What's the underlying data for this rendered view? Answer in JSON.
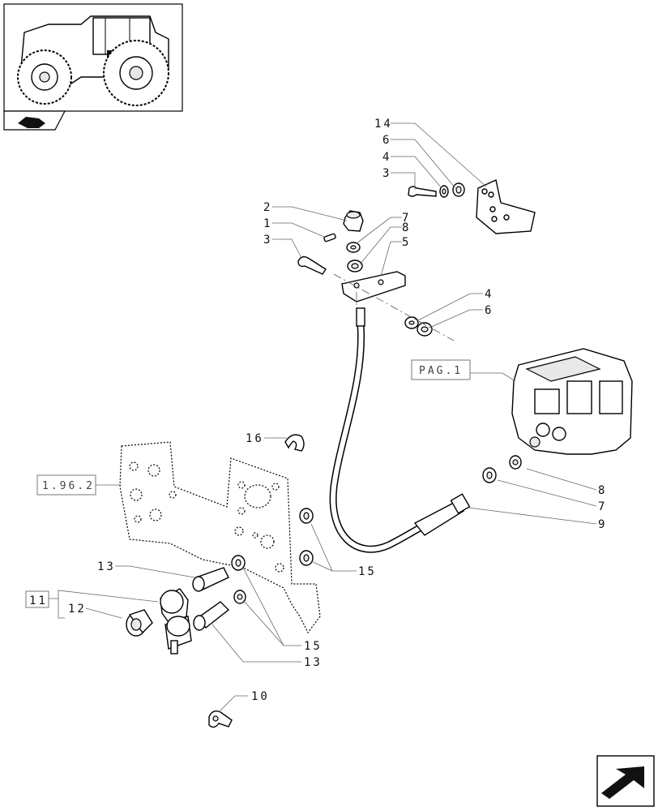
{
  "callouts": {
    "c14": "14",
    "c6a": "6",
    "c4a": "4",
    "c3a": "3",
    "c2": "2",
    "c1": "1",
    "c3b": "3",
    "c7a": "7",
    "c8a": "8",
    "c5": "5",
    "c4b": "4",
    "c6b": "6",
    "c16": "16",
    "c8b": "8",
    "c7b": "7",
    "c9": "9",
    "c15a": "15",
    "c13a": "13",
    "c11": "11",
    "c12": "12",
    "c15b": "15",
    "c13b": "13",
    "c10": "10"
  },
  "references": {
    "pag": "PAG.1",
    "ref196": "1.96.2"
  },
  "icons": {
    "thumbnail": "tractor-thumbnail-icon",
    "nav_prev": "previous-page-arrow-icon",
    "nav_next": "next-page-arrow-icon"
  }
}
